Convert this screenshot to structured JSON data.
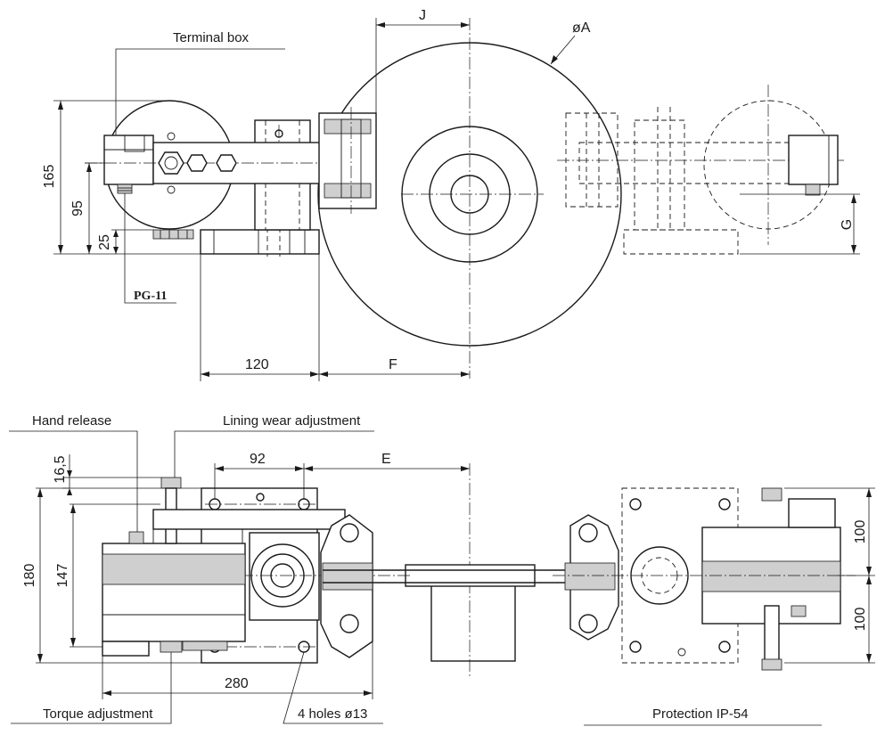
{
  "labels": {
    "terminal_box": "Terminal box",
    "pg11": "PG-11",
    "hand_release": "Hand release",
    "lining_wear": "Lining wear adjustment",
    "torque_adjustment": "Torque adjustment",
    "holes": "4 holes ø13",
    "protection": "Protection IP-54"
  },
  "dimensions": {
    "d165": "165",
    "d95": "95",
    "d25": "25",
    "d120": "120",
    "dF": "F",
    "dJ": "J",
    "dA": "øA",
    "dG": "G",
    "d16_5": "16,5",
    "d180": "180",
    "d147": "147",
    "d92": "92",
    "dE": "E",
    "d280": "280",
    "d100a": "100",
    "d100b": "100"
  }
}
